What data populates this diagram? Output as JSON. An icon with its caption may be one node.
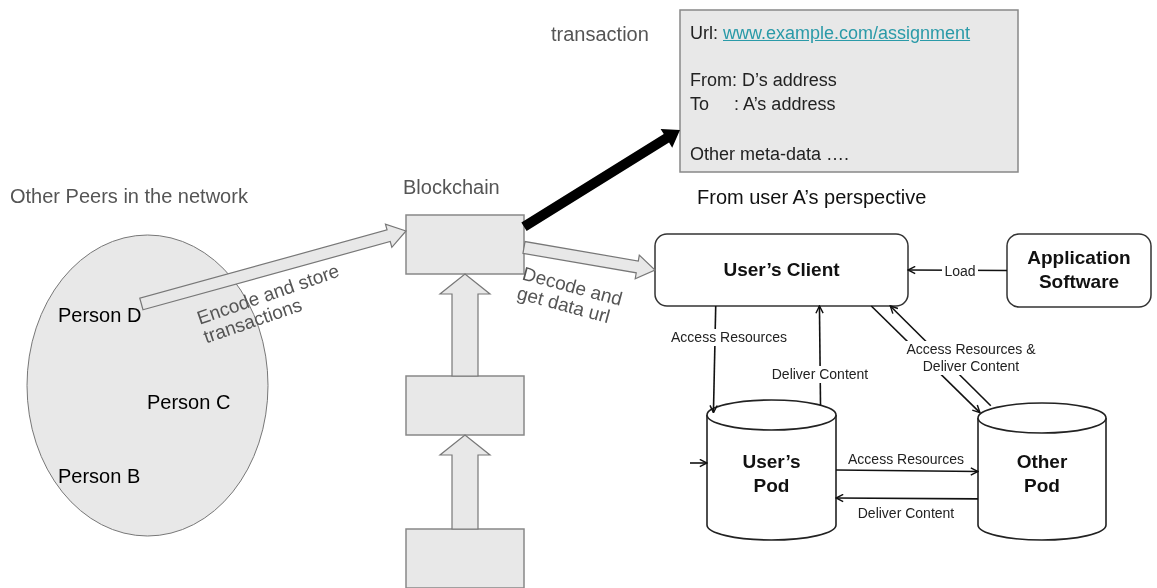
{
  "diagram": {
    "nodes": [
      {
        "text": [
          "Other Peers in the network"
        ]
      },
      {
        "text": [
          "Person D"
        ],
        "in": 0
      },
      {
        "text": [
          "Person C"
        ],
        "in": 0
      },
      {
        "text": [
          "Person B"
        ],
        "in": 0
      },
      {
        "text": [
          "Blockchain"
        ]
      },
      {
        "text": [],
        "shape": "box"
      },
      {
        "text": [],
        "shape": "box"
      },
      {
        "text": [
          "transaction",
          "Url: www.example.com/assignment",
          "From: D’s address",
          "To     : A’s address",
          "Other meta-data …."
        ]
      },
      {
        "text": [
          "User’s Client"
        ]
      },
      {
        "text": [
          "Application Software"
        ]
      },
      {
        "text": [
          "User’s Pod"
        ]
      },
      {
        "text": [
          "Other Pod"
        ]
      }
    ],
    "edges": [
      {
        "from": 1,
        "to": 4,
        "arrow": "to",
        "label": "Encode and store transactions",
        "style": "thick",
        "color": "#e8e8e8"
      },
      {
        "from": 4,
        "to": 7,
        "arrow": "to",
        "style": "thick"
      },
      {
        "from": 4,
        "to": 8,
        "arrow": "to",
        "label": "Decode and get data url",
        "style": "thick",
        "color": "#e8e8e8"
      },
      {
        "from": 5,
        "to": 4,
        "arrow": "to",
        "style": "thick",
        "color": "#e8e8e8"
      },
      {
        "from": 6,
        "to": 5,
        "arrow": "to",
        "style": "thick",
        "color": "#e8e8e8"
      },
      {
        "from": 9,
        "to": 8,
        "arrow": "to",
        "label": "Load"
      },
      {
        "from": 8,
        "to": 10,
        "arrow": "to",
        "label": "Access Resources"
      },
      {
        "from": 10,
        "to": 8,
        "arrow": "to",
        "label": "Deliver Content"
      },
      {
        "from": 8,
        "to": 11,
        "arrow": "to",
        "label": "Access Resources & Deliver Content"
      },
      {
        "from": 11,
        "to": 8,
        "arrow": "to"
      },
      {
        "from": 10,
        "to": 11,
        "arrow": "to",
        "label": "Access Resources"
      },
      {
        "from": 11,
        "to": 10,
        "arrow": "to",
        "label": "Deliver Content"
      },
      {
        "from": null,
        "to": 10,
        "arrow": "to"
      }
    ],
    "labels": [
      "From user A’s perspective"
    ]
  }
}
